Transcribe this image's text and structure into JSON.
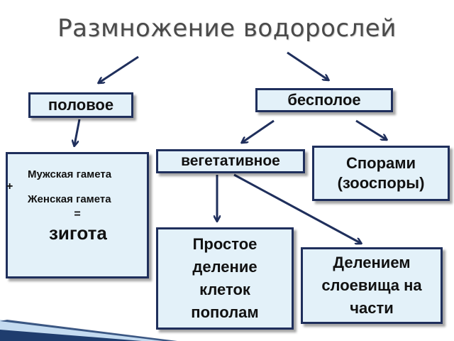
{
  "title": "Размножение водорослей",
  "nodes": {
    "polovoe": "половое",
    "bespoloe": "бесполое",
    "vegetativnoe": "вегетативное",
    "spory": [
      "Спорами",
      "(зооспоры)"
    ],
    "zigota": {
      "male": "Мужская гамета",
      "plus": "+",
      "female": "Женская гамета",
      "equals": "=",
      "result": "зигота"
    },
    "prostoe": [
      "Простое",
      "деление",
      "клеток",
      "пополам"
    ],
    "delenie": [
      "Делением",
      "слоевища на",
      "части"
    ]
  },
  "colors": {
    "box_fill": "#e3f1f9",
    "box_border": "#1f2f5c",
    "arrow": "#1f2f5c",
    "title": "#4a4a4a",
    "slant_dark": "#1f3d6e",
    "slant_light": "#9cc3e6"
  }
}
